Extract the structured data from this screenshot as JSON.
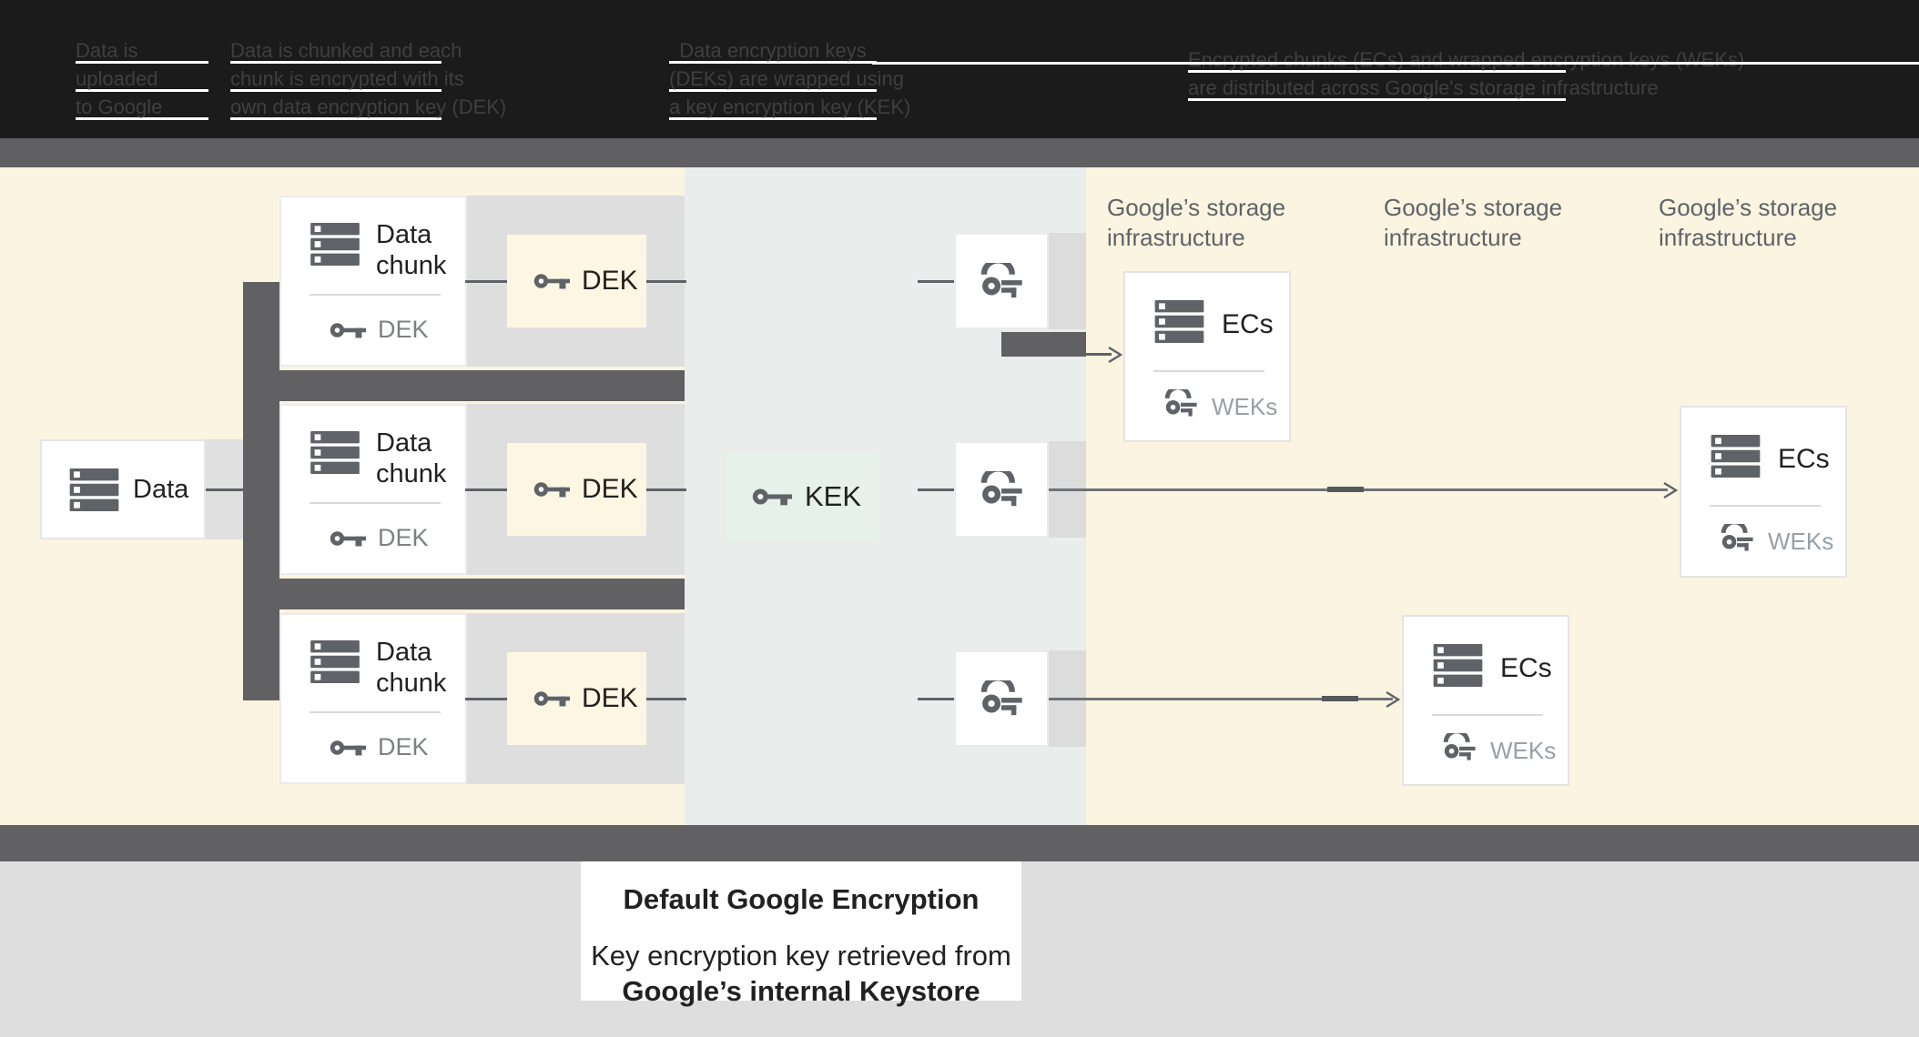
{
  "header": {
    "bg": "#1b1b1b",
    "text_color": "#3f3f3f",
    "underline_color": "#ffffff",
    "blocks": [
      {
        "lines": [
          "Data is",
          "uploaded",
          "to Google"
        ]
      },
      {
        "lines": [
          "Data is chunked and each",
          "chunk is encrypted with its",
          "own data encryption key (DEK)"
        ]
      },
      {
        "lines": [
          "Data encryption keys",
          "(DEKs) are wrapped using",
          "a key encryption key (KEK)"
        ]
      },
      {
        "lines": [
          "Encrypted chunks (ECs) and wrapped encryption keys (WEKs)",
          "are distributed across Google's storage infrastructure"
        ]
      }
    ]
  },
  "diagram": {
    "data_box": {
      "label": "Data",
      "icon": "database-icon"
    },
    "chunk_boxes": [
      {
        "title": "Data chunk",
        "key_label": "DEK"
      },
      {
        "title": "Data chunk",
        "key_label": "DEK"
      },
      {
        "title": "Data chunk",
        "key_label": "DEK"
      }
    ],
    "dek_boxes": [
      {
        "label": "DEK"
      },
      {
        "label": "DEK"
      },
      {
        "label": "DEK"
      }
    ],
    "kek_box": {
      "label": "KEK"
    },
    "wrapped_key_boxes": [
      {
        "icon": "wrapped-key-icon"
      },
      {
        "icon": "wrapped-key-icon"
      },
      {
        "icon": "wrapped-key-icon"
      }
    ],
    "storage_labels": [
      {
        "line1": "Google’s storage",
        "line2": "infrastructure"
      },
      {
        "line1": "Google’s storage",
        "line2": "infrastructure"
      },
      {
        "line1": "Google’s storage",
        "line2": "infrastructure"
      }
    ],
    "ec_boxes": [
      {
        "title": "ECs",
        "key_label": "WEKs"
      },
      {
        "title": "ECs",
        "key_label": "WEKs"
      },
      {
        "title": "ECs",
        "key_label": "WEKs"
      }
    ]
  },
  "caption": {
    "title": "Default Google Encryption",
    "line1": "Key encryption key retrieved from",
    "line2": "Google’s internal Keystore"
  },
  "colors": {
    "cream": "#fbf4e0",
    "panel": "#e9edec",
    "strip": "#dedede",
    "dark_bar": "#616164",
    "icon": "#5f6368",
    "kek_fill": "#e6f1ea",
    "dek_fill": "#fdf6e3",
    "bottom_bg": "#dedede",
    "muted_text": "#7d8084",
    "weks_text": "#9aa0a6",
    "storage_text": "#5f6368",
    "title_text": "#212121"
  }
}
